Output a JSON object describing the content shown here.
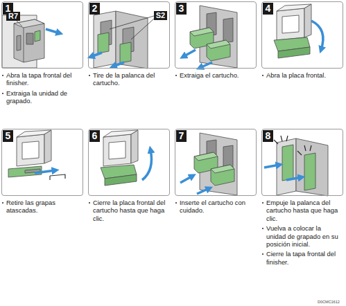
{
  "diagram": {
    "nodes": [
      {
        "text": [
          "1",
          "Abra la tapa frontal del finisher.",
          "Extraiga la unidad de grapado."
        ]
      },
      {
        "text": [
          "2",
          "Tire de la palanca del cartucho."
        ]
      },
      {
        "text": [
          "3",
          "Extraiga el cartucho."
        ]
      },
      {
        "text": [
          "4",
          "Abra la placa frontal."
        ]
      },
      {
        "text": [
          "5",
          "Retire las grapas atascadas."
        ]
      },
      {
        "text": [
          "6",
          "Cierre la placa frontal del cartucho hasta que haga clic."
        ]
      },
      {
        "text": [
          "7",
          "Inserte el cartucho con cuidado."
        ]
      },
      {
        "text": [
          "8",
          "Empuje la palanca del cartucho hasta que haga clic.",
          "Vuelva a colocar la unidad de grapado en su posición inicial.",
          "Cierre la tapa frontal del finisher."
        ]
      }
    ],
    "labels": [
      "R7",
      "S2",
      "D0CMC1612"
    ]
  }
}
